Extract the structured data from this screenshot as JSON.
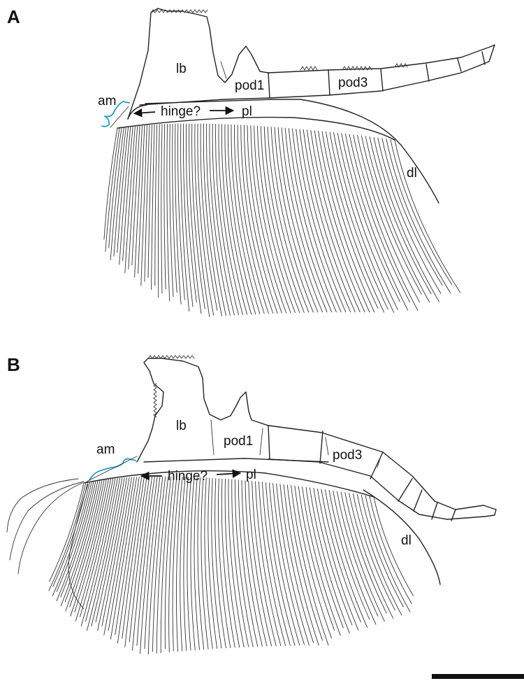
{
  "panels": [
    {
      "letter": "A",
      "labels": {
        "lb": "lb",
        "pod1": "pod1",
        "pod3": "pod3",
        "am": "am",
        "hinge": "hinge?",
        "pl": "pl",
        "dl": "dl"
      }
    },
    {
      "letter": "B",
      "labels": {
        "lb": "lb",
        "pod1": "pod1",
        "pod3": "pod3",
        "am": "am",
        "hinge": "hinge?",
        "pl": "pl",
        "dl": "dl"
      }
    }
  ],
  "colors": {
    "ink": "#222222",
    "am_bracket": "#1f9fc9",
    "scale_bar": "#111111"
  }
}
